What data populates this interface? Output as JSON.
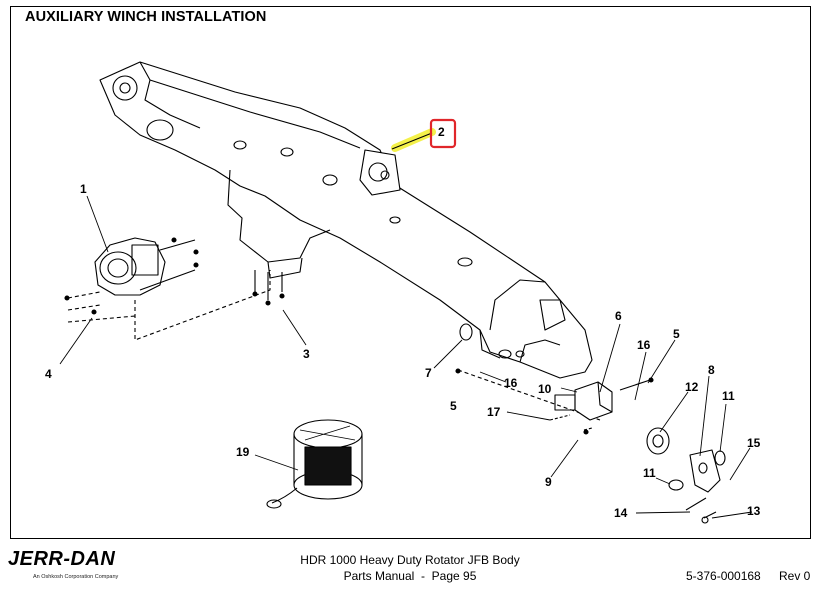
{
  "title": "AUXILIARY WINCH INSTALLATION",
  "callouts": {
    "c1": "1",
    "c2": "2",
    "c3": "3",
    "c4": "4",
    "c5a": "5",
    "c5b": "5",
    "c6": "6",
    "c7": "7",
    "c8": "8",
    "c9": "9",
    "c10": "10",
    "c11a": "11",
    "c11b": "11",
    "c12": "12",
    "c13": "13",
    "c14": "14",
    "c15": "15",
    "c16a": "16",
    "c16b": "16",
    "c17": "17",
    "c19": "19"
  },
  "highlight": {
    "box_color": "#e0262a",
    "marker_color": "#f2ee2a"
  },
  "footer": {
    "logo": "JERR-DAN",
    "logo_sub": "An Oshkosh Corporation Company",
    "line1": "HDR 1000 Heavy Duty Rotator JFB Body",
    "line2": "Parts Manual  -  Page 95",
    "part_number": "5-376-000168",
    "revision": "Rev 0"
  }
}
